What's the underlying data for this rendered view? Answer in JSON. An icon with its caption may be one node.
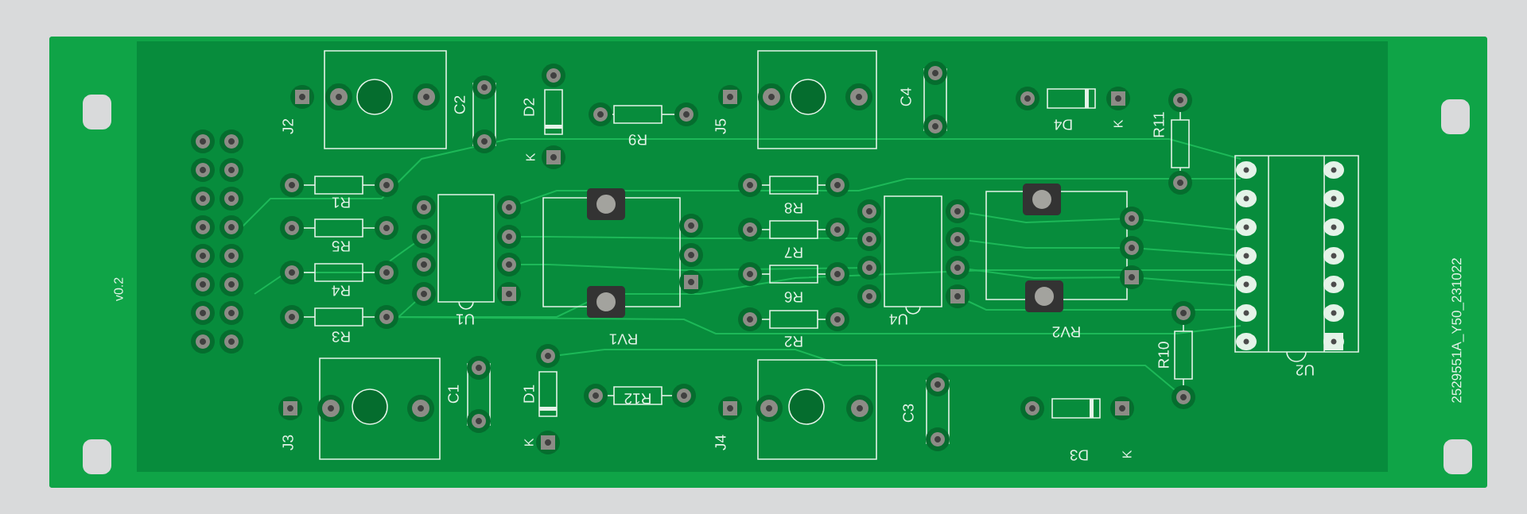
{
  "diagram": {
    "labels": [
      "J2",
      "C2",
      "D2",
      "K",
      "R9",
      "J5",
      "C4",
      "D4",
      "K",
      "R11",
      "v0.2",
      "R1",
      "R5",
      "R4",
      "R3",
      "U1",
      "RV1",
      "R8",
      "R7",
      "R6",
      "R2",
      "U4",
      "RV2",
      "U2",
      "2529551A_Y50_231022",
      "R10",
      "J3",
      "C1",
      "D1",
      "K",
      "R12",
      "J4",
      "C3",
      "D3",
      "K"
    ]
  }
}
